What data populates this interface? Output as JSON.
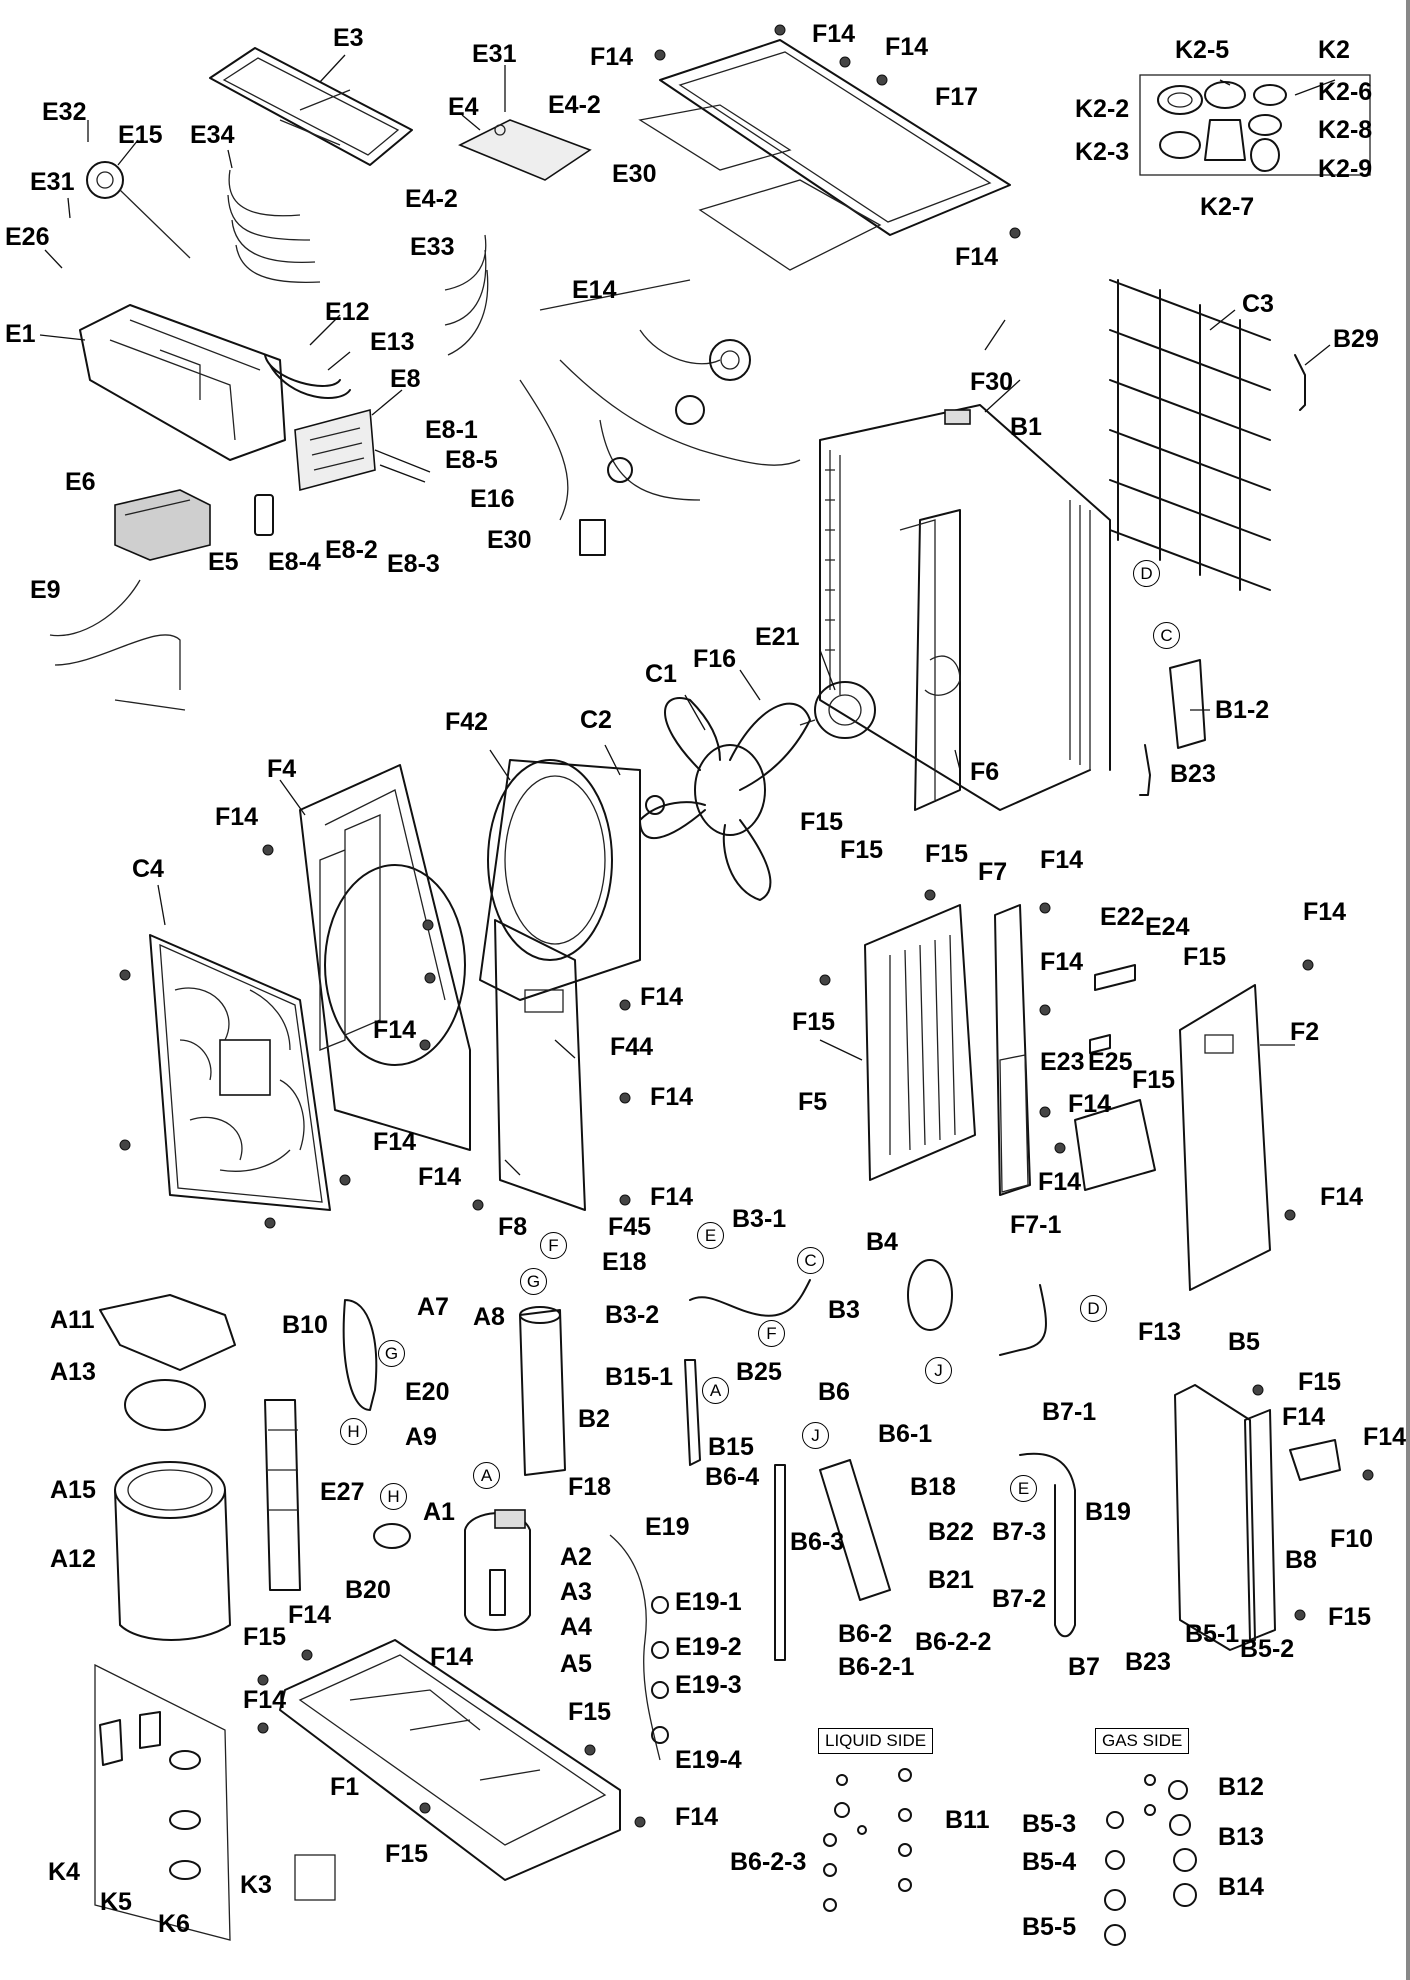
{
  "labels": [
    {
      "text": "E3"
    },
    {
      "text": "E31"
    },
    {
      "text": "E32"
    },
    {
      "text": "E15"
    },
    {
      "text": "E34"
    },
    {
      "text": "E31"
    },
    {
      "text": "E26"
    },
    {
      "text": "E4"
    },
    {
      "text": "E4-2"
    },
    {
      "text": "E30"
    },
    {
      "text": "E4-2"
    },
    {
      "text": "E33"
    },
    {
      "text": "E1"
    },
    {
      "text": "E12"
    },
    {
      "text": "E13"
    },
    {
      "text": "E8"
    },
    {
      "text": "E8-1"
    },
    {
      "text": "E8-5"
    },
    {
      "text": "E16"
    },
    {
      "text": "E30"
    },
    {
      "text": "E6"
    },
    {
      "text": "E5"
    },
    {
      "text": "E8-4"
    },
    {
      "text": "E8-2"
    },
    {
      "text": "E8-3"
    },
    {
      "text": "E9"
    },
    {
      "text": "E14"
    },
    {
      "text": "F14"
    },
    {
      "text": "F14"
    },
    {
      "text": "F14"
    },
    {
      "text": "F17"
    },
    {
      "text": "F14"
    },
    {
      "text": "K2-5"
    },
    {
      "text": "K2"
    },
    {
      "text": "K2-2"
    },
    {
      "text": "K2-6"
    },
    {
      "text": "K2-8"
    },
    {
      "text": "K2-3"
    },
    {
      "text": "K2-9"
    },
    {
      "text": "K2-7"
    },
    {
      "text": "C3"
    },
    {
      "text": "B29"
    },
    {
      "text": "F30"
    },
    {
      "text": "B1"
    },
    {
      "text": "B1-2"
    },
    {
      "text": "B23"
    },
    {
      "text": "E21"
    },
    {
      "text": "F16"
    },
    {
      "text": "C1"
    },
    {
      "text": "F6"
    },
    {
      "text": "F15"
    },
    {
      "text": "F15"
    },
    {
      "text": "F42"
    },
    {
      "text": "C2"
    },
    {
      "text": "F4"
    },
    {
      "text": "F14"
    },
    {
      "text": "C4"
    },
    {
      "text": "F14"
    },
    {
      "text": "F14"
    },
    {
      "text": "F14"
    },
    {
      "text": "F44"
    },
    {
      "text": "F14"
    },
    {
      "text": "F14"
    },
    {
      "text": "F14"
    },
    {
      "text": "F8"
    },
    {
      "text": "F45"
    },
    {
      "text": "F15"
    },
    {
      "text": "F7"
    },
    {
      "text": "F14"
    },
    {
      "text": "F15"
    },
    {
      "text": "E22"
    },
    {
      "text": "E24"
    },
    {
      "text": "F15"
    },
    {
      "text": "F14"
    },
    {
      "text": "F14"
    },
    {
      "text": "F5"
    },
    {
      "text": "E23"
    },
    {
      "text": "E25"
    },
    {
      "text": "F15"
    },
    {
      "text": "F2"
    },
    {
      "text": "F14"
    },
    {
      "text": "F14"
    },
    {
      "text": "F7-1"
    },
    {
      "text": "F14"
    },
    {
      "text": "B3-1"
    },
    {
      "text": "E18"
    },
    {
      "text": "B4"
    },
    {
      "text": "B3-2"
    },
    {
      "text": "B3"
    },
    {
      "text": "A11"
    },
    {
      "text": "B10"
    },
    {
      "text": "A7"
    },
    {
      "text": "A8"
    },
    {
      "text": "E20"
    },
    {
      "text": "A9"
    },
    {
      "text": "B2"
    },
    {
      "text": "B15-1"
    },
    {
      "text": "B25"
    },
    {
      "text": "B15"
    },
    {
      "text": "A13"
    },
    {
      "text": "B5"
    },
    {
      "text": "F13"
    },
    {
      "text": "F15"
    },
    {
      "text": "F14"
    },
    {
      "text": "F14"
    },
    {
      "text": "B6"
    },
    {
      "text": "B6-1"
    },
    {
      "text": "B7-1"
    },
    {
      "text": "A15"
    },
    {
      "text": "E27"
    },
    {
      "text": "F18"
    },
    {
      "text": "B18"
    },
    {
      "text": "B19"
    },
    {
      "text": "F10"
    },
    {
      "text": "A12"
    },
    {
      "text": "A1"
    },
    {
      "text": "E19"
    },
    {
      "text": "B6-4"
    },
    {
      "text": "B6-3"
    },
    {
      "text": "B22"
    },
    {
      "text": "B7-3"
    },
    {
      "text": "B8"
    },
    {
      "text": "B20"
    },
    {
      "text": "A2"
    },
    {
      "text": "A3"
    },
    {
      "text": "E19-1"
    },
    {
      "text": "B21"
    },
    {
      "text": "B7-2"
    },
    {
      "text": "A4"
    },
    {
      "text": "F14"
    },
    {
      "text": "E19-2"
    },
    {
      "text": "F15"
    },
    {
      "text": "F14"
    },
    {
      "text": "A5"
    },
    {
      "text": "B6-2"
    },
    {
      "text": "B6-2-2"
    },
    {
      "text": "B5-1"
    },
    {
      "text": "B5-2"
    },
    {
      "text": "F15"
    },
    {
      "text": "B6-2-1"
    },
    {
      "text": "B7"
    },
    {
      "text": "B23"
    },
    {
      "text": "E19-3"
    },
    {
      "text": "F15"
    },
    {
      "text": "F14"
    },
    {
      "text": "E19-4"
    },
    {
      "text": "B12"
    },
    {
      "text": "F14"
    },
    {
      "text": "B5-3"
    },
    {
      "text": "B11"
    },
    {
      "text": "B13"
    },
    {
      "text": "F15"
    },
    {
      "text": "B5-4"
    },
    {
      "text": "B6-2-3"
    },
    {
      "text": "B14"
    },
    {
      "text": "K4"
    },
    {
      "text": "K3"
    },
    {
      "text": "K5"
    },
    {
      "text": "K6"
    },
    {
      "text": "B5-5"
    },
    {
      "text": "F1"
    }
  ],
  "circled_markers": [
    {
      "text": "D"
    },
    {
      "text": "C"
    },
    {
      "text": "E"
    },
    {
      "text": "F"
    },
    {
      "text": "C"
    },
    {
      "text": "G"
    },
    {
      "text": "F"
    },
    {
      "text": "D"
    },
    {
      "text": "G"
    },
    {
      "text": "J"
    },
    {
      "text": "A"
    },
    {
      "text": "J"
    },
    {
      "text": "E"
    },
    {
      "text": "H"
    },
    {
      "text": "A"
    },
    {
      "text": "H"
    }
  ],
  "side_labels": {
    "liquid_side": "LIQUID SIDE",
    "gas_side": "GAS SIDE"
  }
}
